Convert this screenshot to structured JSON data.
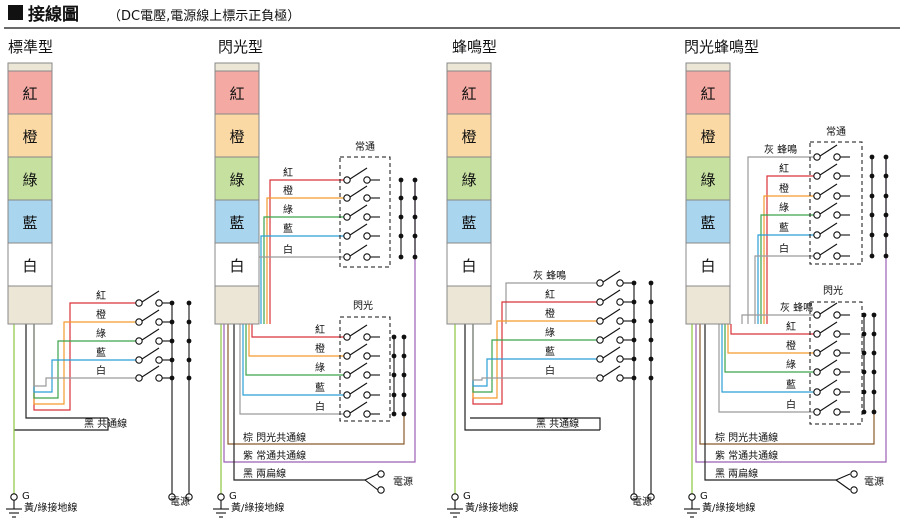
{
  "title": {
    "main": "接線圖",
    "sub": "（DC電壓,電源線上標示正負極）"
  },
  "tower_labels": [
    "紅",
    "橙",
    "綠",
    "藍",
    "白"
  ],
  "tower_colors": [
    "#f4a9a3",
    "#fad9a4",
    "#c6e0a0",
    "#a9d5ee",
    "#ffffff"
  ],
  "wire_colors": {
    "red": "#d9333a",
    "orange": "#f39a2c",
    "green": "#3aa34a",
    "blue": "#2a9fd6",
    "gray": "#9a9a9a",
    "black": "#222222",
    "brown": "#8b5a2b",
    "purple": "#9b5fb3",
    "yellowgreen": "#8dc63f"
  },
  "diagrams": [
    {
      "title": "標準型",
      "relay_wires": [
        "紅",
        "橙",
        "綠",
        "藍",
        "白"
      ],
      "common": "黑 共通線",
      "power": "電源",
      "ground_letter": "G",
      "ground": "黃/綠接地線"
    },
    {
      "title": "閃光型",
      "steady_group": "常通",
      "flash_group": "閃光",
      "steady_wires": [
        "紅",
        "橙",
        "綠",
        "藍",
        "白"
      ],
      "flash_wires": [
        "紅",
        "橙",
        "綠",
        "藍",
        "白"
      ],
      "flash_common": "棕 閃光共通線",
      "steady_common": "紫 常通共通線",
      "both_ends": "黑 兩扁線",
      "power": "電源",
      "ground_letter": "G",
      "ground": "黃/綠接地線"
    },
    {
      "title": "蜂鳴型",
      "relay_wires": [
        "灰 蜂鳴",
        "紅",
        "橙",
        "綠",
        "藍",
        "白"
      ],
      "common": "黑 共通線",
      "power": "電源",
      "ground_letter": "G",
      "ground": "黃/綠接地線"
    },
    {
      "title": "閃光蜂鳴型",
      "steady_group": "常通",
      "flash_group": "閃光",
      "steady_wires": [
        "灰 蜂鳴",
        "紅",
        "橙",
        "綠",
        "藍",
        "白"
      ],
      "flash_wires": [
        "灰 蜂鳴",
        "紅",
        "橙",
        "綠",
        "藍",
        "白"
      ],
      "flash_common": "棕 閃光共通線",
      "steady_common": "紫 常通共通線",
      "both_ends": "黑 兩扁線",
      "power": "電源",
      "ground_letter": "G",
      "ground": "黃/綠接地線"
    }
  ]
}
